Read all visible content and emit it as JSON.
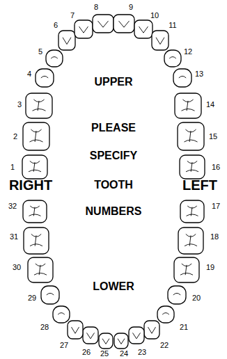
{
  "diagram": {
    "labels": [
      "UPPER",
      "PLEASE",
      "SPECIFY",
      "RIGHT",
      "TOOTH",
      "LEFT",
      "NUMBERS",
      "LOWER",
      "1",
      "2",
      "3",
      "4",
      "5",
      "6",
      "7",
      "8",
      "9",
      "10",
      "11",
      "12",
      "13",
      "14",
      "15",
      "16",
      "17",
      "18",
      "19",
      "20",
      "21",
      "22",
      "23",
      "24",
      "25",
      "26",
      "27",
      "28",
      "29",
      "30",
      "31",
      "32"
    ]
  }
}
